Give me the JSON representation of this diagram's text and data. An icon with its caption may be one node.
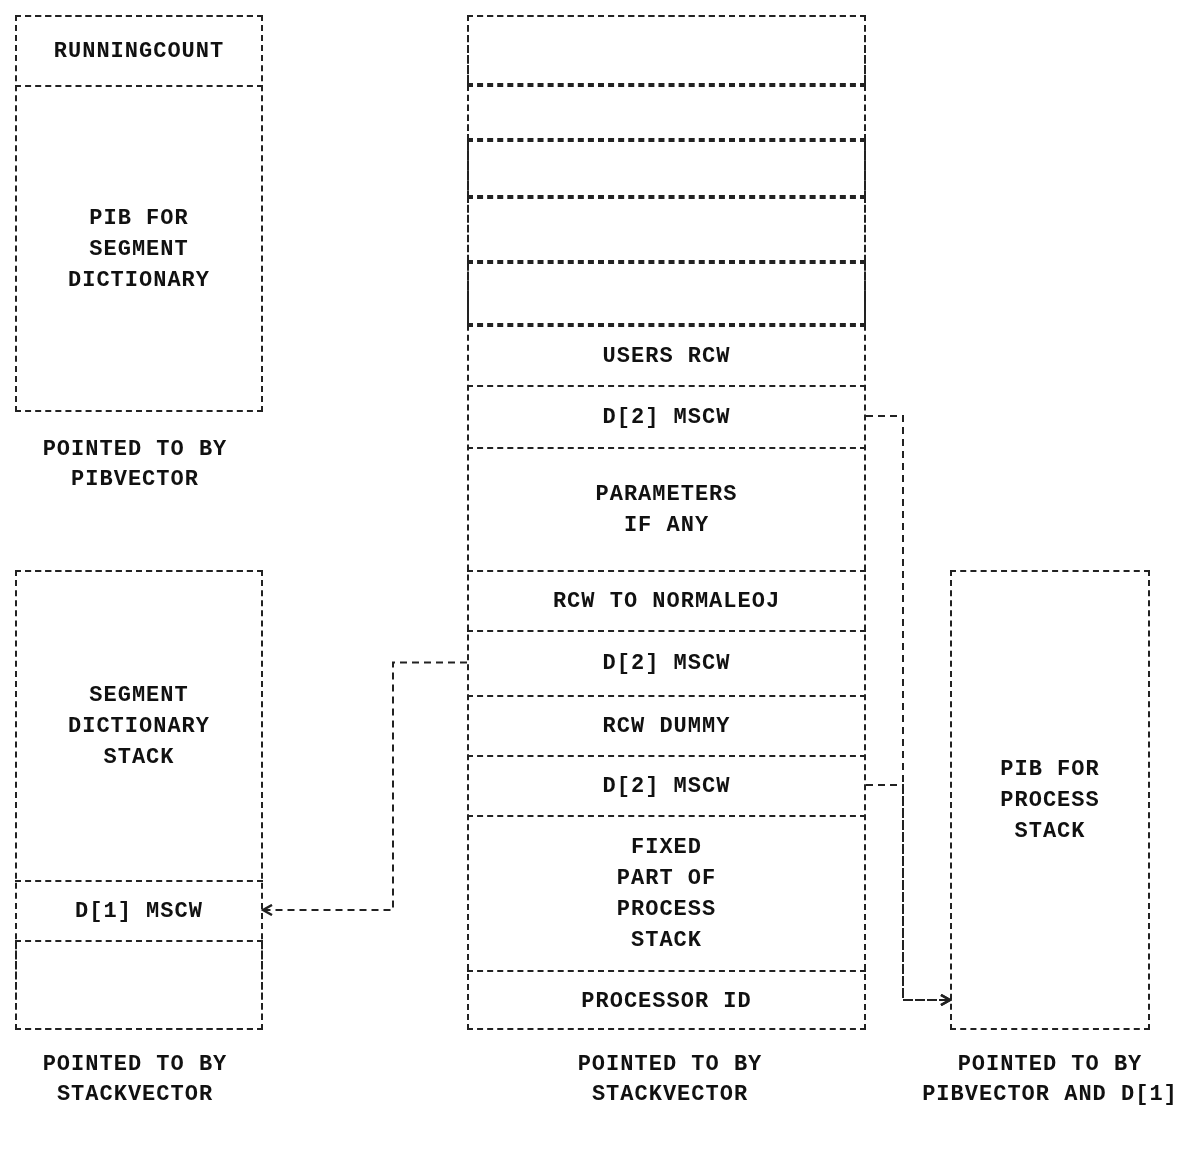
{
  "diagram": {
    "nodes": [
      {
        "text": [],
        "shape": "box",
        "beside": [
          "POINTED TO BY PIBVECTOR"
        ]
      },
      {
        "text": [
          "RUNNINGCOUNT"
        ],
        "in": 0
      },
      {
        "text": [
          "PIB FOR SEGMENT DICTIONARY"
        ],
        "in": 0
      },
      {
        "text": [],
        "shape": "box",
        "beside": [
          "POINTED TO BY STACKVECTOR"
        ]
      },
      {
        "text": [
          "SEGMENT DICTIONARY STACK"
        ],
        "in": 3
      },
      {
        "text": [
          "D[1] MSCW"
        ],
        "in": 3
      },
      {
        "text": [],
        "shape": "box",
        "in": 3
      },
      {
        "text": [],
        "shape": "box",
        "beside": [
          "POINTED TO BY STACKVECTOR"
        ]
      },
      {
        "text": [],
        "shape": "box",
        "in": 7
      },
      {
        "text": [],
        "shape": "box",
        "in": 7
      },
      {
        "text": [],
        "shape": "box",
        "in": 7
      },
      {
        "text": [],
        "shape": "box",
        "in": 7
      },
      {
        "text": [],
        "shape": "box",
        "in": 7
      },
      {
        "text": [
          "USERS RCW"
        ],
        "in": 7
      },
      {
        "text": [
          "D[2] MSCW"
        ],
        "in": 7
      },
      {
        "text": [
          "PARAMETERS IF ANY"
        ],
        "in": 7
      },
      {
        "text": [
          "RCW TO NORMALEOJ"
        ],
        "in": 7
      },
      {
        "text": [
          "D[2] MSCW"
        ],
        "in": 7
      },
      {
        "text": [
          "RCW DUMMY"
        ],
        "in": 7
      },
      {
        "text": [
          "D[2] MSCW"
        ],
        "in": 7
      },
      {
        "text": [
          "FIXED PART OF PROCESS STACK"
        ],
        "in": 7
      },
      {
        "text": [
          "PROCESSOR ID"
        ],
        "in": 7
      },
      {
        "text": [
          "PIB FOR PROCESS STACK"
        ],
        "beside": [
          "POINTED TO BY PIBVECTOR AND D[1]"
        ]
      }
    ],
    "edges": [
      {
        "from": 17,
        "to": 5,
        "arrow": "to",
        "style": "dashed"
      },
      {
        "from": 14,
        "to": 22,
        "arrow": "to",
        "style": "dashed"
      },
      {
        "from": 19,
        "to": 22,
        "arrow": "to",
        "style": "dashed"
      }
    ]
  }
}
